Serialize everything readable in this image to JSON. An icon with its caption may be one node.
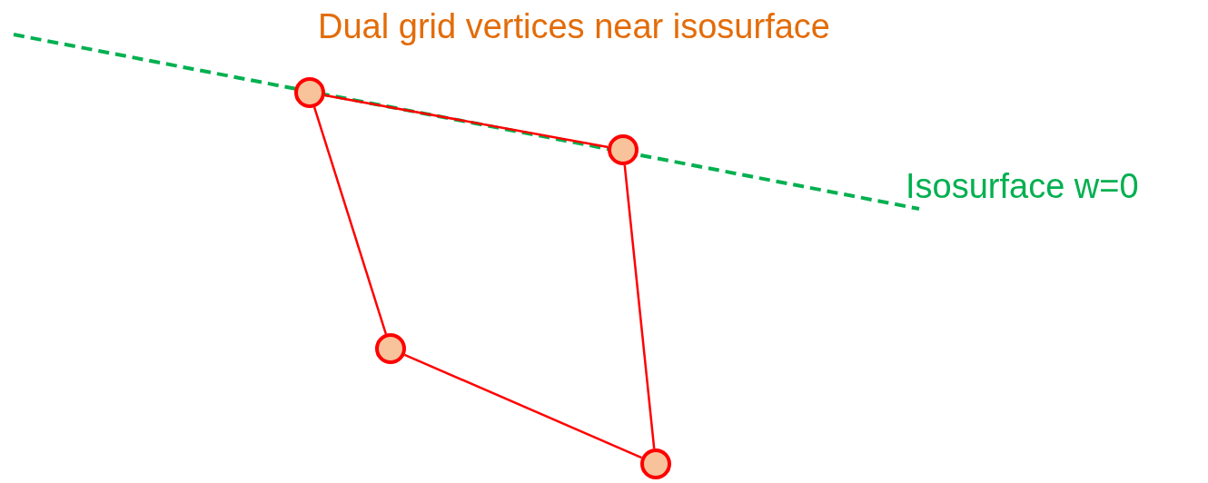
{
  "diagram": {
    "title": "Dual grid vertices near isosurface",
    "nodes": [
      {
        "text": [],
        "shape": "circle"
      },
      {
        "text": [],
        "shape": "circle"
      },
      {
        "text": [],
        "shape": "circle"
      },
      {
        "text": [],
        "shape": "circle"
      }
    ],
    "edges": [
      {
        "from": 0,
        "to": 1,
        "arrow": "none"
      },
      {
        "from": 0,
        "to": 2,
        "arrow": "none"
      },
      {
        "from": 1,
        "to": 3,
        "arrow": "none"
      },
      {
        "from": 2,
        "to": 3,
        "arrow": "none"
      }
    ],
    "labels": [
      "Isosurface w=0"
    ]
  }
}
